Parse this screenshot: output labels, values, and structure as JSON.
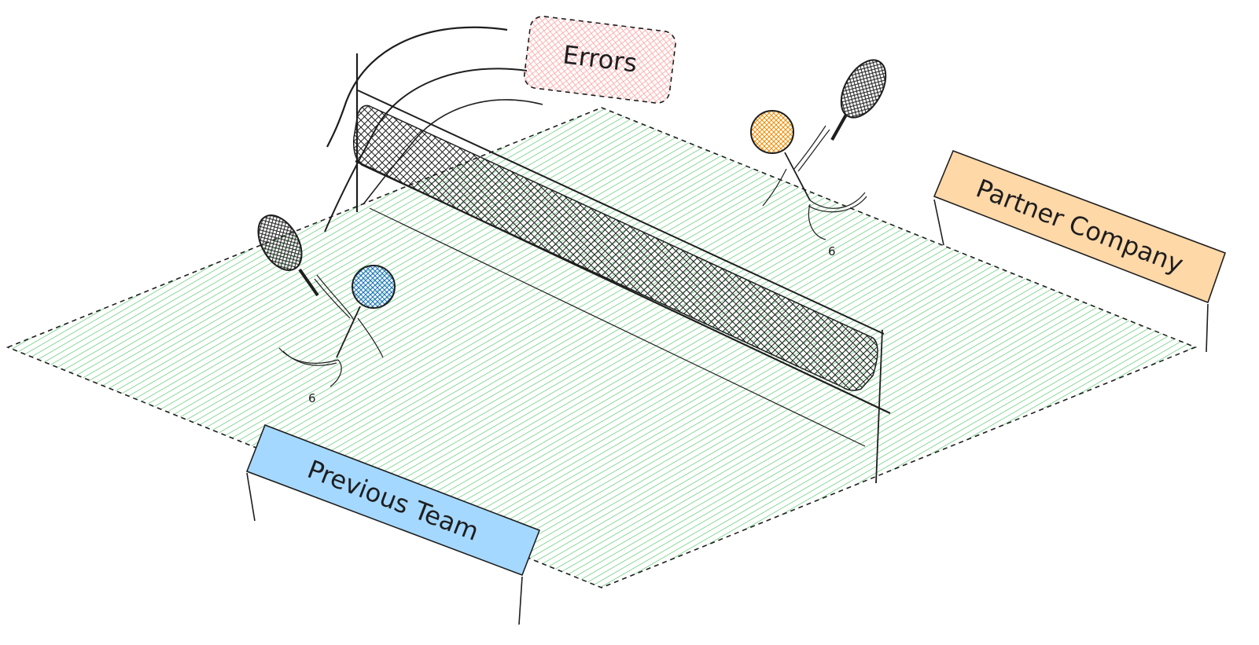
{
  "labels": {
    "errors": "Errors",
    "partner": "Partner Company",
    "previous": "Previous Team",
    "player_left_mark": "6",
    "player_right_mark": "6"
  },
  "colors": {
    "court_fill": "#40c057",
    "errors_fill": "#ffc9c9",
    "partner_fill": "#ffd8a8",
    "previous_fill": "#a5d8ff",
    "ball_left": "#1971c2",
    "ball_right": "#f08c00",
    "ink": "#1e1e1e"
  }
}
